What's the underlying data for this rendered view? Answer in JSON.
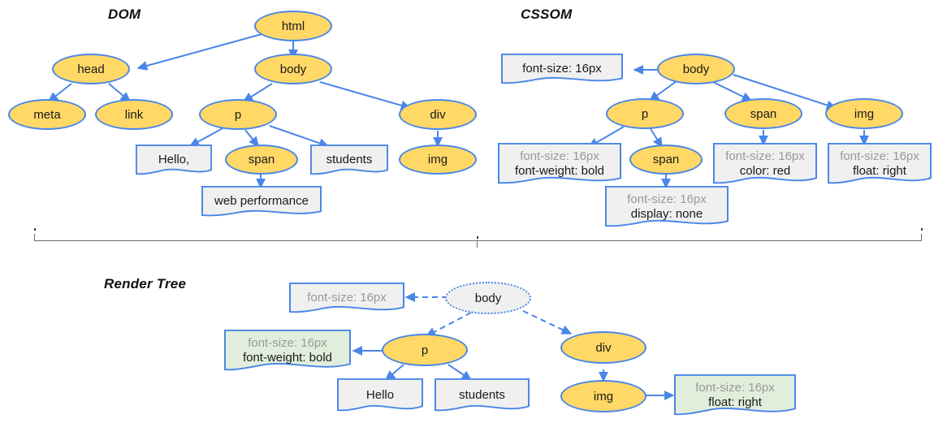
{
  "diagram": {
    "title_dom": "DOM",
    "title_cssom": "CSSOM",
    "title_render": "Render Tree",
    "colors": {
      "node_fill": "#FFD866",
      "node_stroke": "#4A86E8",
      "box_fill": "#F0F0F0",
      "box_green_fill": "#E1EEDC",
      "edge": "#4A86E8",
      "muted_text": "#999999",
      "text": "#1a1a1a",
      "divider": "#6b6b6b"
    }
  },
  "dom": {
    "nodes": {
      "html": "html",
      "head": "head",
      "body": "body",
      "meta": "meta",
      "link": "link",
      "p": "p",
      "div": "div",
      "span": "span",
      "img": "img"
    },
    "texts": {
      "hello": "Hello,",
      "students": "students",
      "web_performance": "web performance"
    }
  },
  "cssom": {
    "nodes": {
      "body": "body",
      "p": "p",
      "span_child": "span",
      "span": "span",
      "img": "img"
    },
    "rules": {
      "body": {
        "line1": "font-size: 16px",
        "line2": ""
      },
      "p": {
        "line1": "font-size: 16px",
        "line2": "font-weight: bold"
      },
      "span_child": {
        "line1": "font-size: 16px",
        "line2": "display: none"
      },
      "span": {
        "line1": "font-size: 16px",
        "line2": "color: red"
      },
      "img": {
        "line1": "font-size: 16px",
        "line2": "float: right"
      }
    }
  },
  "render_tree": {
    "nodes": {
      "body": "body",
      "p": "p",
      "div": "div",
      "img": "img"
    },
    "texts": {
      "hello": "Hello",
      "students": "students"
    },
    "rules": {
      "body": {
        "line1": "font-size: 16px",
        "line2": ""
      },
      "p": {
        "line1": "font-size: 16px",
        "line2": "font-weight: bold"
      },
      "img": {
        "line1": "font-size: 16px",
        "line2": "float: right"
      }
    }
  }
}
